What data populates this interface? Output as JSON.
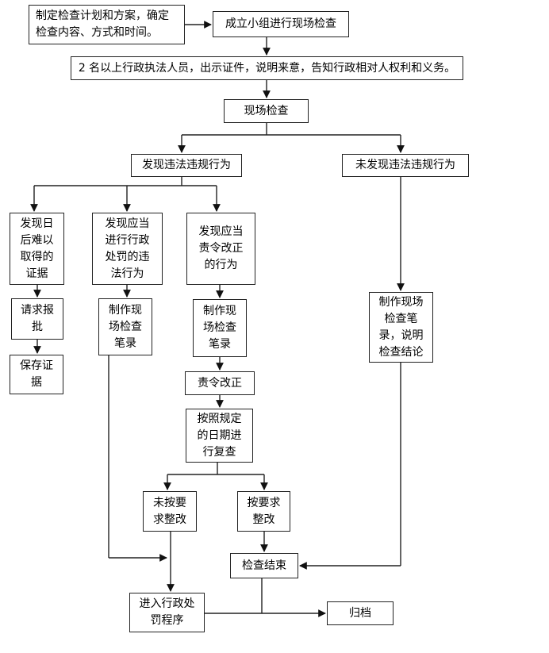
{
  "flowchart": {
    "nodes": {
      "plan": "制定检查计划和方案，确定\n检查内容、方式和时间。",
      "team": "成立小组进行现场检查",
      "officers": "2 名以上行政执法人员，出示证件，说明来意，告知行政相对人权利和义务。",
      "site_check": "现场检查",
      "found_violation": "发现违法违规行为",
      "no_violation": "未发现违法违规行为",
      "hard_evidence": "发现日\n后难以\n取得的\n证据",
      "request_approval": "请求报\n批",
      "preserve_evidence": "保存证\n据",
      "should_penalize": "发现应当\n进行行政\n处罚的违\n法行为",
      "record_penalize": "制作现\n场检查\n笔录",
      "should_rectify": "发现应当\n责令改正\n的行为",
      "record_rectify": "制作现\n场检查\n笔录",
      "order_rectify": "责令改正",
      "review": "按照规定\n的日期进\n行复查",
      "not_rectified": "未按要\n求整改",
      "rectified": "按要求\n整改",
      "record_no_violation": "制作现场\n检查笔\n录，说明\n检查结论",
      "check_end": "检查结束",
      "penalty_procedure": "进入行政处\n罚程序",
      "archive": "归档"
    }
  }
}
